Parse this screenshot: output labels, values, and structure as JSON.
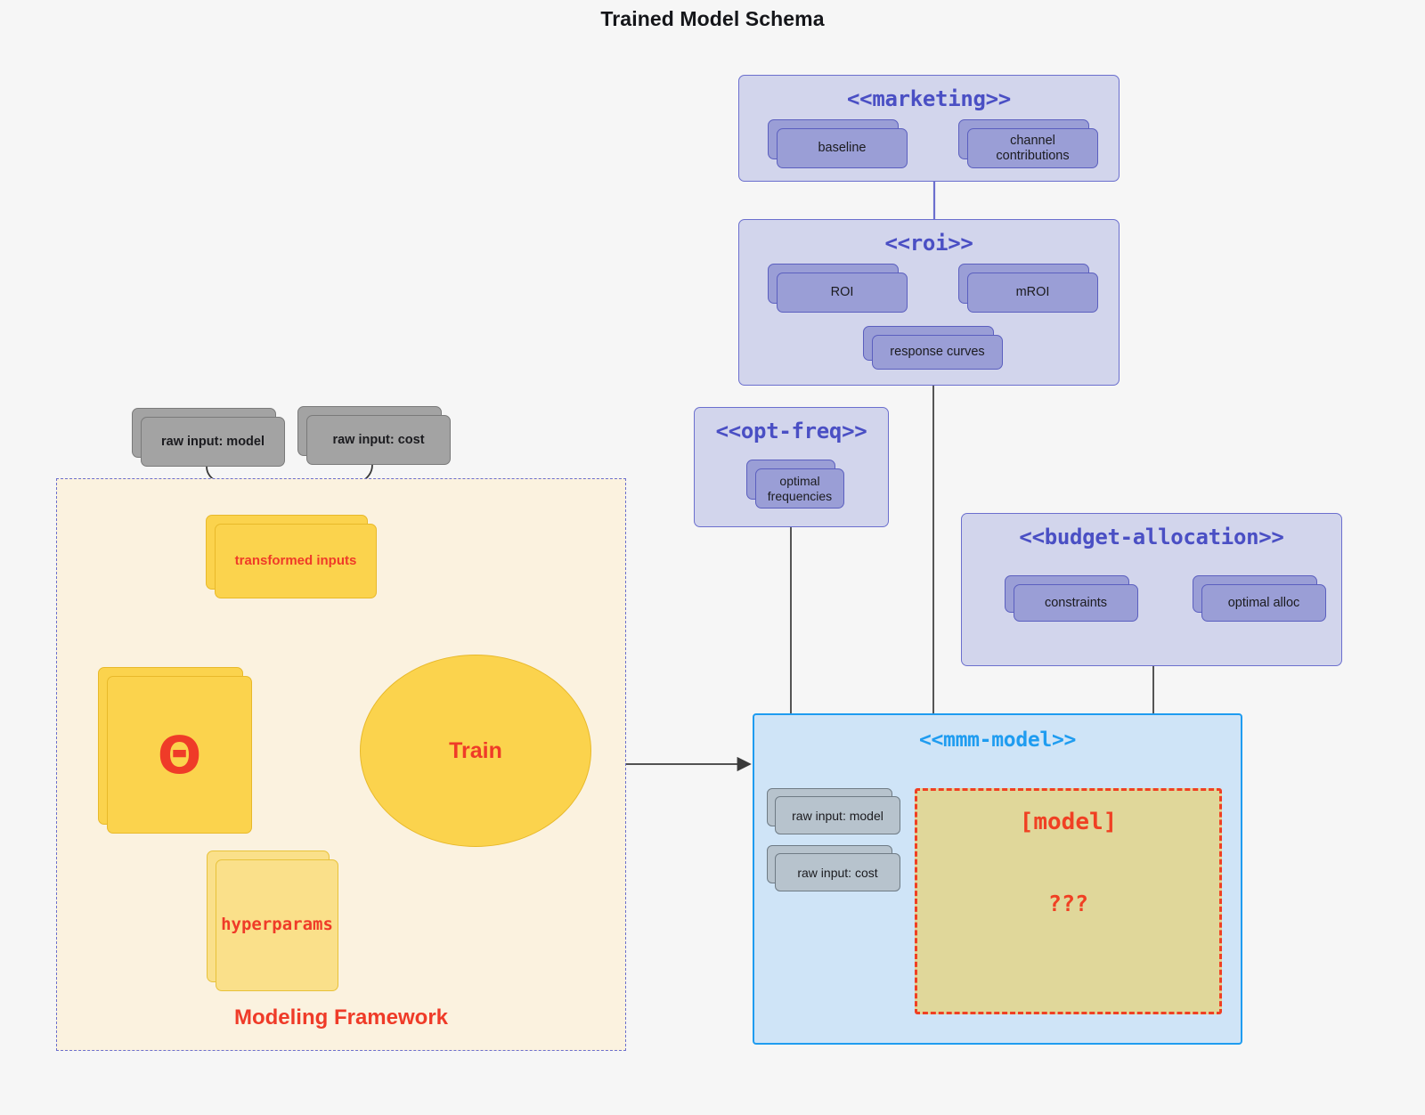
{
  "title": "Trained Model Schema",
  "colors": {
    "background": "#f6f6f6",
    "package_fill": "#d2d5ec",
    "package_border": "#6b6fce",
    "package_title": "#4a4fc4",
    "node_fill": "#9a9ed6",
    "node_border": "#5b5fbf",
    "gray_node_fill": "#a3a3a3",
    "yellow_node_fill": "#fbd34d",
    "yellow_lite_fill": "#fae08a",
    "framework_fill": "#fbf2df",
    "accent_red": "#ef3b28",
    "mmm_fill": "#cfe4f7",
    "mmm_border": "#1f9cf0",
    "model_fill": "#e0d79a",
    "model_border": "#f04023"
  },
  "packages": {
    "marketing": {
      "title": "<<marketing>>",
      "nodes": [
        "baseline",
        "channel contributions"
      ]
    },
    "roi": {
      "title": "<<roi>>",
      "nodes": [
        "ROI",
        "mROI",
        "response curves"
      ]
    },
    "opt_freq": {
      "title": "<<opt-freq>>",
      "nodes": [
        "optimal\nfrequencies"
      ]
    },
    "budget_allocation": {
      "title": "<<budget-allocation>>",
      "nodes": [
        "constraints",
        "optimal alloc"
      ]
    },
    "mmm_model": {
      "title": "<<mmm-model>>",
      "inputs": [
        "raw input: model",
        "raw input: cost"
      ],
      "model_box": {
        "label": "[model]",
        "unknown": "???"
      }
    }
  },
  "framework": {
    "label": "Modeling Framework",
    "raw_inputs": [
      "raw input: model",
      "raw input: cost"
    ],
    "transformed": "transformed inputs",
    "theta": "Θ",
    "hyperparams": "hyperparams",
    "train": "Train"
  }
}
